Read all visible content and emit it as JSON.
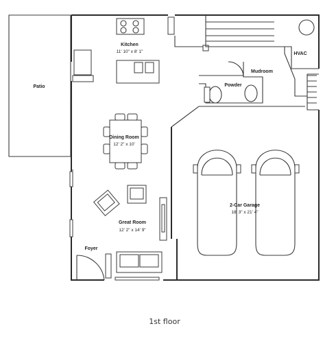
{
  "caption": "1st floor",
  "rooms": {
    "patio": {
      "name": "Patio"
    },
    "kitchen": {
      "name": "Kitchen",
      "dims": "11' 10\" x 8' 1\""
    },
    "mudroom": {
      "name": "Mudroom"
    },
    "hvac": {
      "name": "HVAC"
    },
    "powder": {
      "name": "Powder"
    },
    "dining": {
      "name": "Dining Room",
      "dims": "12' 2\" x 10'"
    },
    "garage": {
      "name": "2-Car Garage",
      "dims": "18' 3\" x 21' 4\""
    },
    "great": {
      "name": "Great Room",
      "dims": "12' 2\" x 14' 9\""
    },
    "foyer": {
      "name": "Foyer"
    }
  }
}
